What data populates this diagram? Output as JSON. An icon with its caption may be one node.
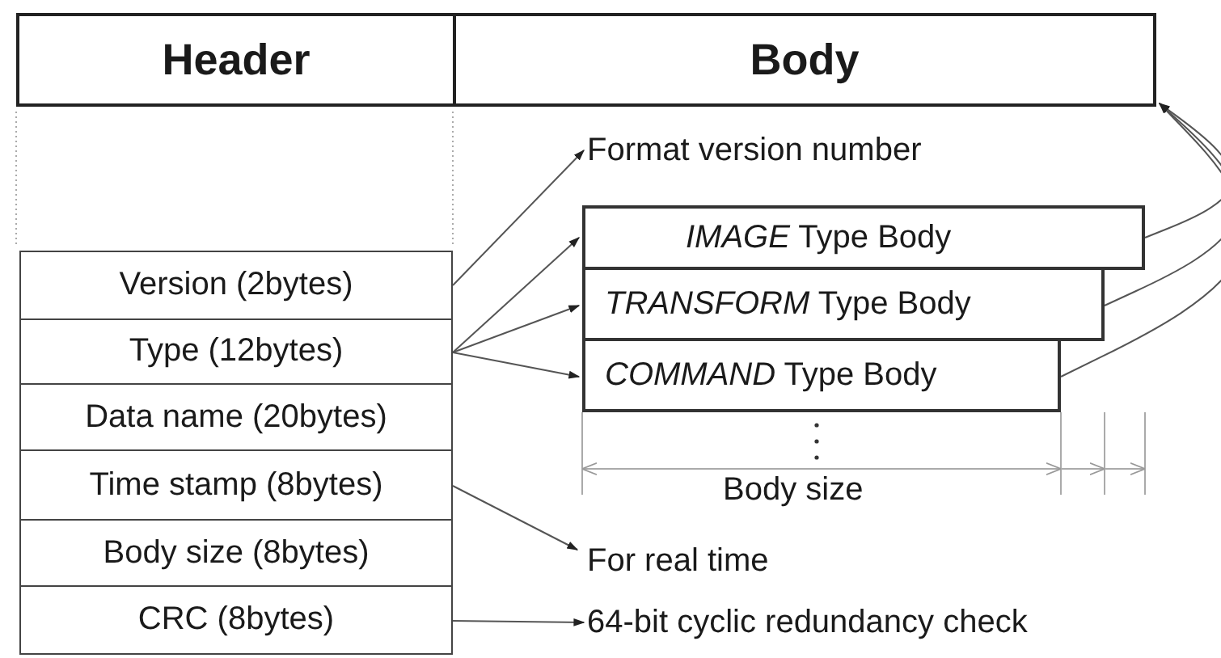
{
  "diagram": {
    "nodes": [
      {
        "text": [
          "Header"
        ]
      },
      {
        "text": [
          "Body"
        ]
      },
      {
        "text": [
          "Version (2bytes)"
        ]
      },
      {
        "text": [
          "Type (12bytes)"
        ]
      },
      {
        "text": [
          "Data name (20bytes)"
        ]
      },
      {
        "text": [
          "Time stamp (8bytes)"
        ]
      },
      {
        "text": [
          "Body size (8bytes)"
        ]
      },
      {
        "text": [
          "CRC (8bytes)"
        ]
      },
      {
        "text": [
          "Format version number"
        ]
      },
      {
        "text": [
          "*IMAGE* Type Body"
        ]
      },
      {
        "text": [
          "*TRANSFORM* Type Body"
        ]
      },
      {
        "text": [
          "*COMMAND* Type Body"
        ]
      },
      {
        "text": [
          "For real time"
        ]
      },
      {
        "text": [
          "64-bit cyclic redundancy check"
        ]
      }
    ],
    "edges": [
      {
        "from": 2,
        "to": 8,
        "arrow": "to"
      },
      {
        "from": 3,
        "to": 9,
        "arrow": "to"
      },
      {
        "from": 3,
        "to": 10,
        "arrow": "to"
      },
      {
        "from": 3,
        "to": 11,
        "arrow": "to"
      },
      {
        "from": 5,
        "to": 12,
        "arrow": "to"
      },
      {
        "from": 7,
        "to": 13,
        "arrow": "to"
      },
      {
        "from": 9,
        "to": 1,
        "arrow": "to"
      },
      {
        "from": 10,
        "to": 1,
        "arrow": "to"
      },
      {
        "from": 11,
        "to": 1,
        "arrow": "to"
      }
    ],
    "labels": [
      "Body size"
    ]
  }
}
